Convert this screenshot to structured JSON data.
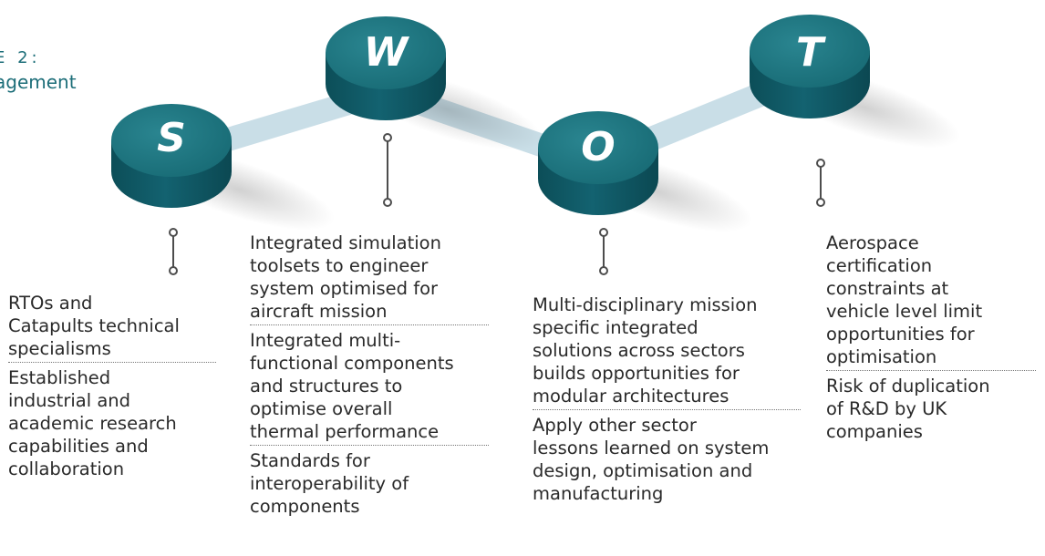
{
  "heading": {
    "line1": "E 2:",
    "line2": "agement"
  },
  "swot": [
    {
      "letter": "S",
      "items": [
        "RTOs and\nCatapults technical\nspecialisms",
        "Established\nindustrial and\nacademic research\ncapabilities and\ncollaboration"
      ]
    },
    {
      "letter": "W",
      "items": [
        "Integrated simulation\ntoolsets to engineer\nsystem optimised for\naircraft mission",
        "Integrated multi-\nfunctional components\nand structures to\noptimise overall\nthermal performance",
        "Standards for\ninteroperability of\ncomponents"
      ]
    },
    {
      "letter": "O",
      "items": [
        "Multi-disciplinary mission\nspecific integrated\nsolutions across sectors\nbuilds opportunities for\nmodular architectures",
        "Apply other sector\nlessons learned on system\ndesign, optimisation and\nmanufacturing"
      ]
    },
    {
      "letter": "T",
      "items": [
        "Aerospace\ncertification\nconstraints at\nvehicle level limit\nopportunities for\noptimisation",
        "Risk of duplication\nof R&D by UK\ncompanies"
      ]
    }
  ],
  "colors": {
    "puck_top": "#1b6f79",
    "puck_side": "#0f5661",
    "connector": "#c9dee7",
    "letter": "#ffffff",
    "text": "#2a2a2a",
    "heading": "#1d6e79"
  }
}
